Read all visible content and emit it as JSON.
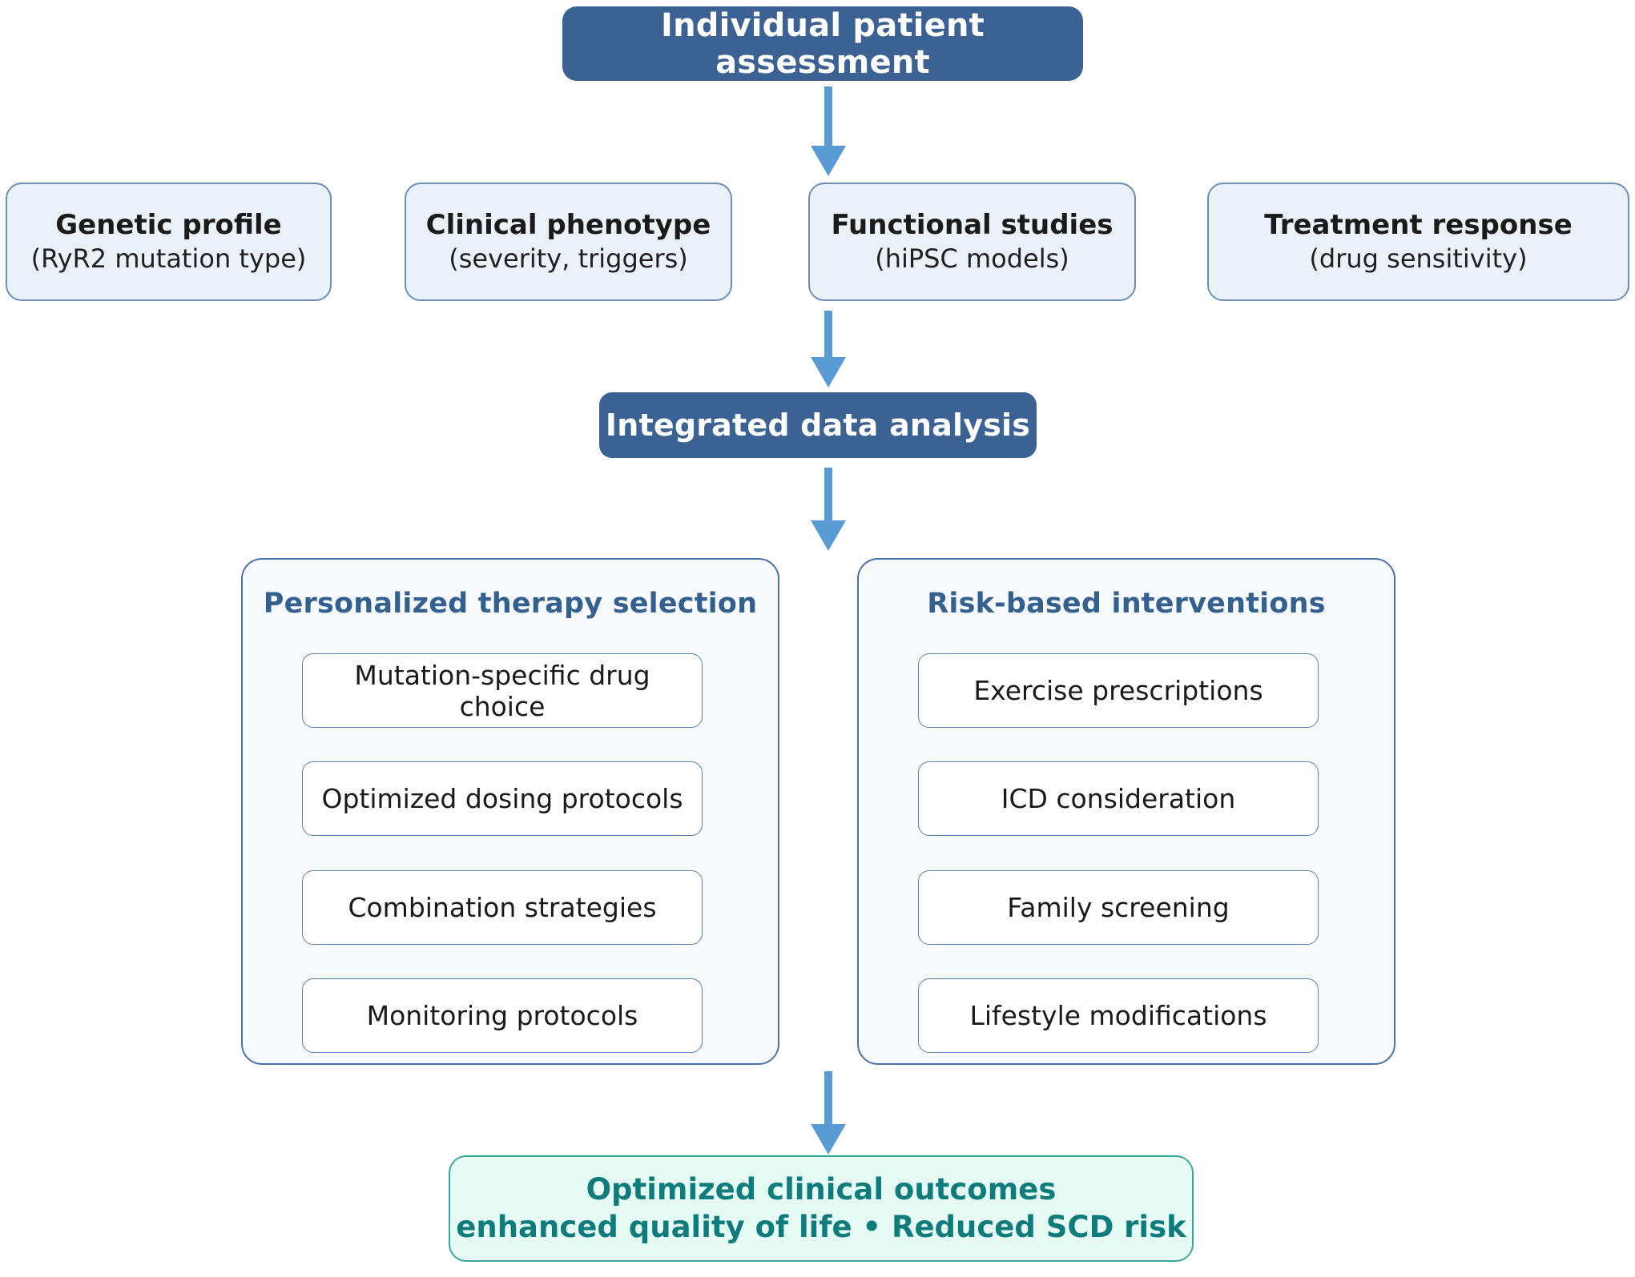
{
  "diagram": {
    "title_box": {
      "label": "Individual patient assessment"
    },
    "inputs": [
      {
        "title": "Genetic profile",
        "subtitle": "(RyR2 mutation type)"
      },
      {
        "title": "Clinical phenotype",
        "subtitle": "(severity, triggers)"
      },
      {
        "title": "Functional studies",
        "subtitle": "(hiPSC models)"
      },
      {
        "title": "Treatment response",
        "subtitle": "(drug sensitivity)"
      }
    ],
    "integration_box": {
      "label": "Integrated data analysis"
    },
    "panels": [
      {
        "title": "Personalized therapy selection",
        "items": [
          "Mutation-specific drug choice",
          "Optimized dosing protocols",
          "Combination strategies",
          "Monitoring protocols"
        ]
      },
      {
        "title": "Risk-based interventions",
        "items": [
          "Exercise prescriptions",
          "ICD consideration",
          "Family screening",
          "Lifestyle modifications"
        ]
      }
    ],
    "outcome_box": {
      "line1": "Optimized clinical outcomes",
      "line2": "enhanced quality of life • Reduced SCD risk"
    },
    "colors": {
      "stage_box_fill": "#3c6193",
      "stage_box_text": "#ffffff",
      "input_box_fill": "#eaf1f8",
      "input_box_border": "#6b8fb8",
      "panel_fill": "#f7fafd",
      "panel_border": "#4a72a8",
      "panel_title_text": "#33608f",
      "item_box_fill": "#ffffff",
      "item_box_border": "#5b80ad",
      "arrow": "#5b9bd5",
      "outcome_fill": "#e7fbf5",
      "outcome_border": "#3aa89a",
      "outcome_text": "#0e7c7b",
      "background": "#ffffff"
    }
  }
}
